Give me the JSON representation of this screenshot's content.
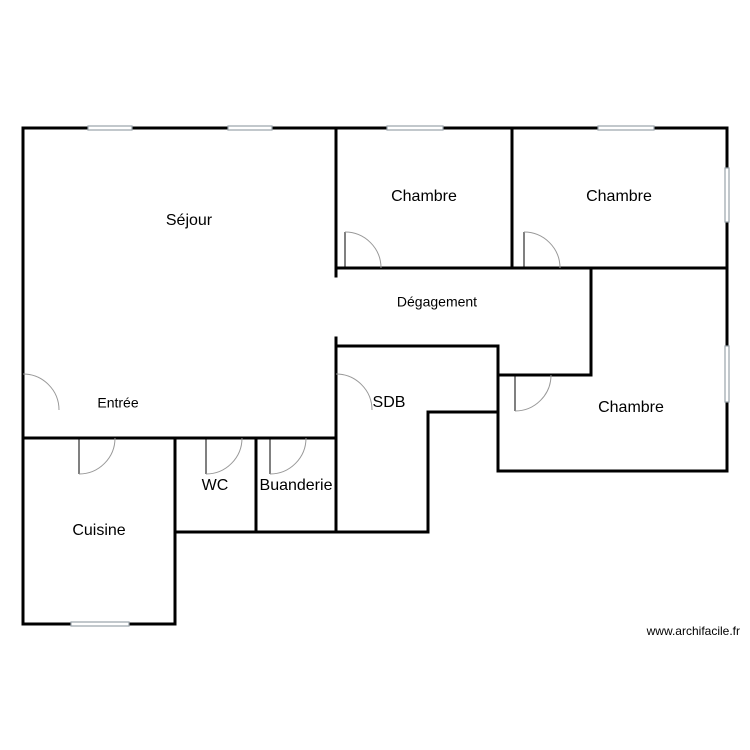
{
  "rooms": {
    "sejour": "Séjour",
    "chambre_1": "Chambre",
    "chambre_2": "Chambre",
    "chambre_3": "Chambre",
    "degagement": "Dégagement",
    "entree": "Entrée",
    "sdb": "SDB",
    "wc": "WC",
    "buanderie": "Buanderie",
    "cuisine": "Cuisine"
  },
  "watermark": "www.archifacile.fr",
  "colors": {
    "wall": "#000000",
    "window": "#9aa3ab",
    "door_arc": "#999999"
  }
}
